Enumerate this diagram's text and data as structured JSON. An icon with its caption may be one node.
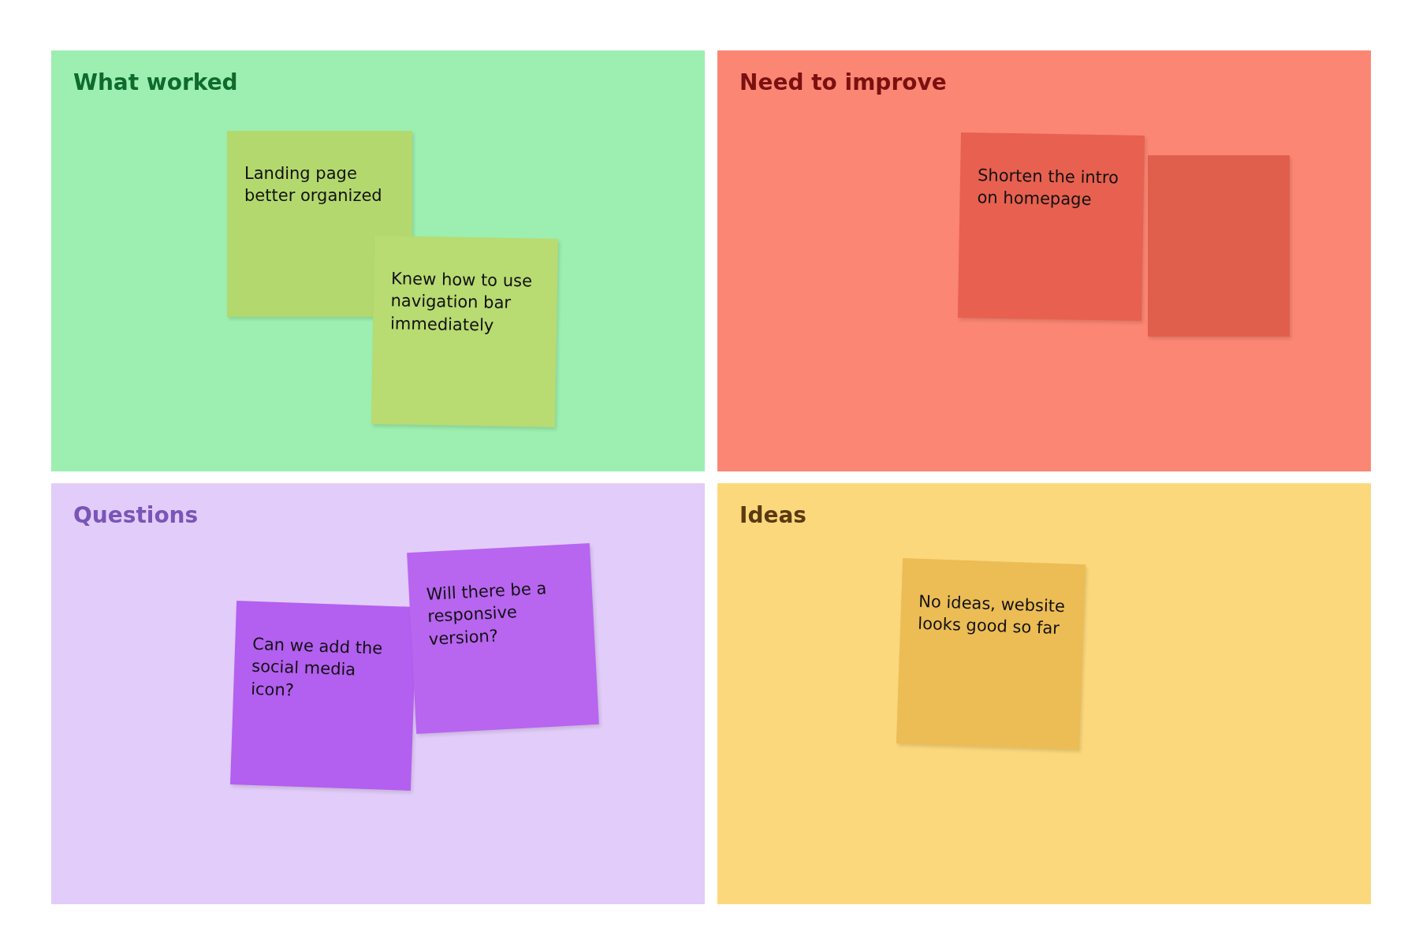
{
  "diagram": {
    "nodes": [
      {
        "text": [
          "What worked"
        ]
      },
      {
        "text": [
          "Landing page better organized"
        ],
        "in": 0
      },
      {
        "text": [
          "Knew how to use navigation bar immediately"
        ],
        "in": 0
      },
      {
        "text": [
          "Need to improve"
        ]
      },
      {
        "text": [
          "Shorten the intro on homepage"
        ],
        "in": 3
      },
      {
        "text": [],
        "shape": "box",
        "in": 3
      },
      {
        "text": [
          "Questions"
        ]
      },
      {
        "text": [
          "Can we add the social media icon?"
        ],
        "in": 6
      },
      {
        "text": [
          "Will there be a responsive version?"
        ],
        "in": 6
      },
      {
        "text": [
          "Ideas"
        ]
      },
      {
        "text": [
          "No ideas, website looks good so far"
        ],
        "in": 9
      }
    ],
    "edges": []
  }
}
